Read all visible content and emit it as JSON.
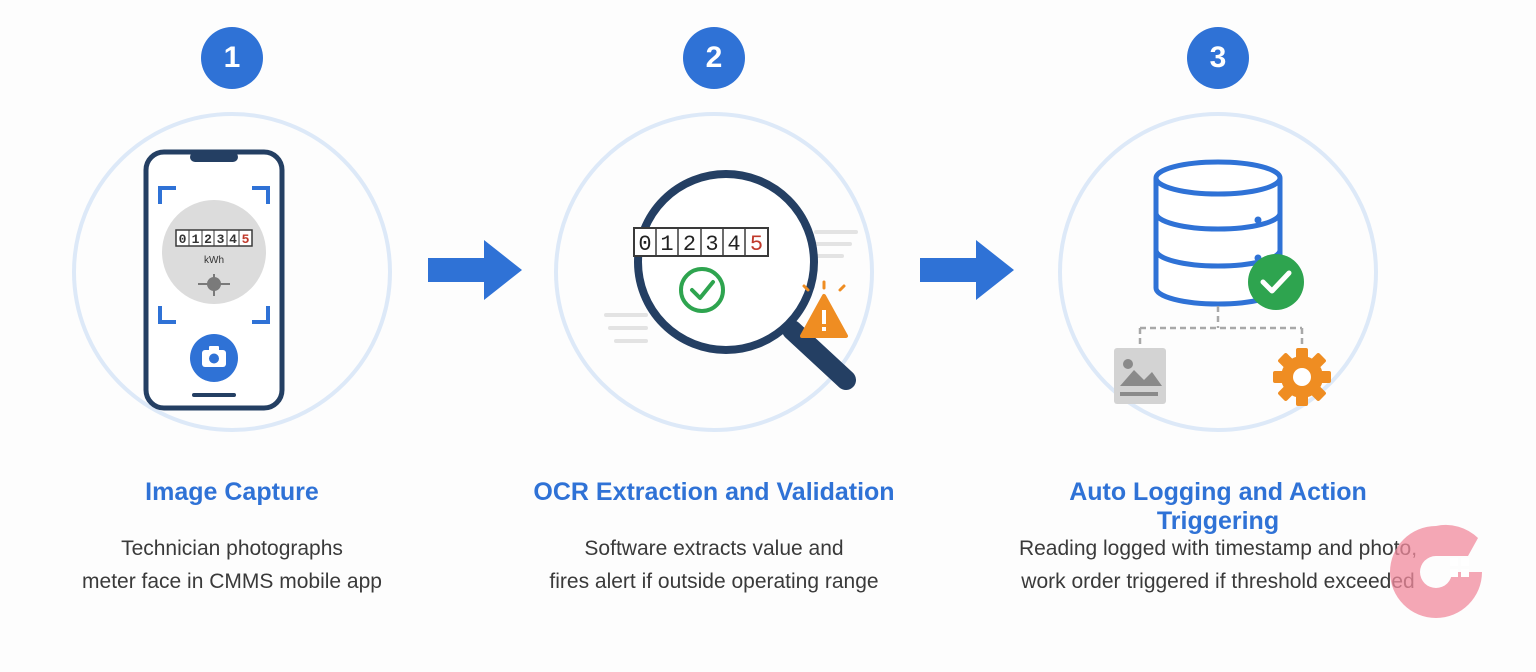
{
  "steps": [
    {
      "number": "1",
      "title": "Image Capture",
      "desc_lines": [
        "Technician photographs",
        "meter face in CMMS mobile app"
      ],
      "meter_digits": [
        "0",
        "1",
        "2",
        "3",
        "4",
        "5"
      ],
      "meter_unit": "kWh",
      "icons": [
        "smartphone-icon",
        "meter-dial-icon",
        "camera-icon"
      ]
    },
    {
      "number": "2",
      "title": "OCR Extraction and Validation",
      "desc_lines": [
        "Software extracts value and",
        "fires alert if outside operating range"
      ],
      "meter_digits": [
        "0",
        "1",
        "2",
        "3",
        "4",
        "5"
      ],
      "icons": [
        "magnifier-icon",
        "check-circle-icon",
        "warning-icon"
      ]
    },
    {
      "number": "3",
      "title": "Auto Logging and Action Triggering",
      "desc_lines": [
        "Reading logged with timestamp and photo,",
        "work order triggered if threshold exceeded"
      ],
      "icons": [
        "database-icon",
        "check-badge-icon",
        "photo-icon",
        "gear-icon"
      ]
    }
  ],
  "colors": {
    "accent": "#2f72d6",
    "navy": "#243f63",
    "success": "#2ea44f",
    "warning": "#ef8d22",
    "alert_digit": "#c0392b",
    "ring": "#dde9f8"
  }
}
